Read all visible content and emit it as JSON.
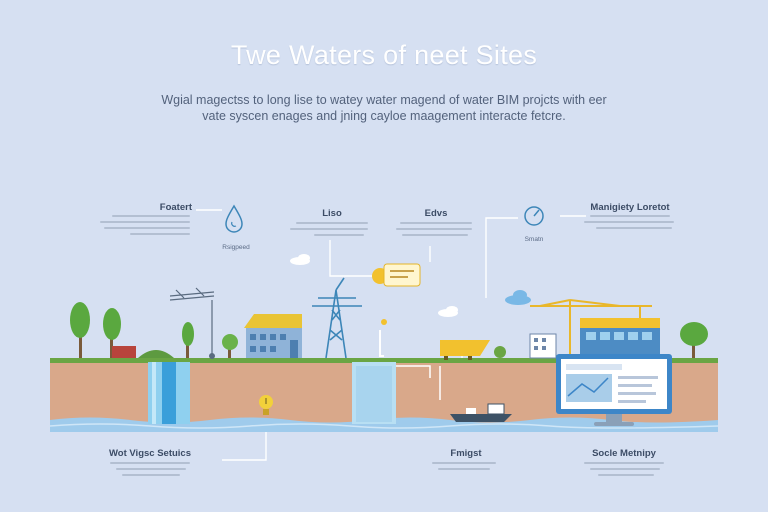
{
  "header": {
    "title": "Twe Waters of neet Sites",
    "subtitle": "Wgial magectss to long lise to watey water magend of water BIM projcts with eer vate syscen enages and jning cayloe maagement interacte fetcre."
  },
  "callouts": {
    "top_left": {
      "head": "Foatert",
      "small": "Rsigpeed"
    },
    "top_mid1": {
      "head": "Liso"
    },
    "top_mid2": {
      "head": "Edvs"
    },
    "top_right": {
      "head": "Manigiety Loretot",
      "small": "Smatn"
    },
    "bottom_left": {
      "head": "Wot Vigsc Setuics"
    },
    "bottom_mid": {
      "head": "Fmigst"
    },
    "bottom_right": {
      "head": "Socle Metnipy"
    }
  },
  "colors": {
    "sky": "#d6e0f2",
    "ground": "#d9a88a",
    "grass": "#6aa544",
    "water": "#6fb3e0",
    "crane": "#f2c12e",
    "pylon": "#3d86b8"
  },
  "icons": {
    "drop": "water-drop-icon",
    "gauge": "gauge-icon"
  }
}
